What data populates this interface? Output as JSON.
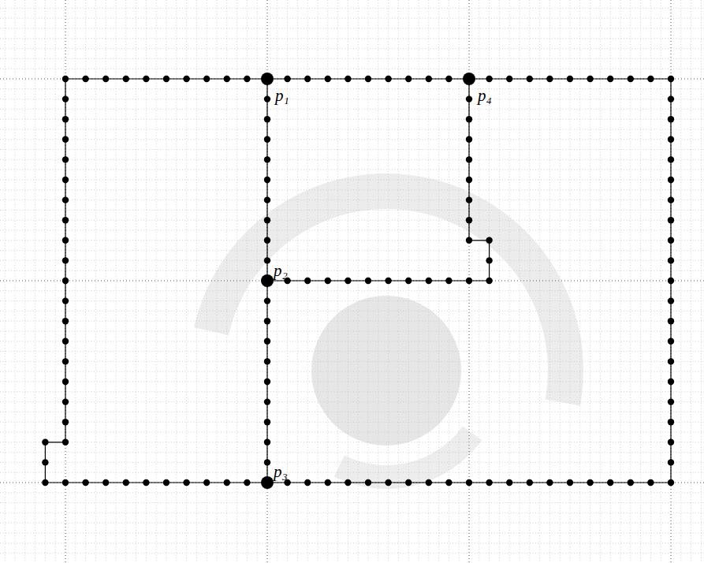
{
  "diagram": {
    "labels": [
      "p₁",
      "p₂",
      "p₃",
      "p₄"
    ]
  }
}
